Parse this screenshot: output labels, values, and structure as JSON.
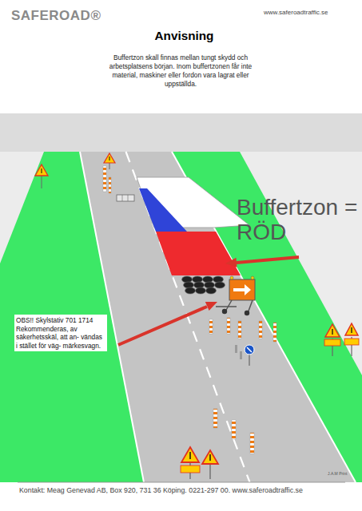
{
  "diagram": {
    "title": "Anvisning",
    "labels": [
      "SAFEROAD®",
      "www.saferoadtraffic.se",
      "Buffertzon skall finnas mellan tungt skydd och arbetsplatsens början. Inom buffertzonen får inte material, maskiner eller fordon vara lagrat eller uppställda.",
      "Buffertzon = RÖD",
      "OBS!! Skylstativ 701 1714 Rekommenderas, av säkerhetsskäl, att an- vändas i stället för väg- märkesvagn.",
      "J.A.M Print",
      "Kontakt: Meag Genevad AB, Box 920, 731 36 Köping. 0221-297 00. www.saferoadtraffic.se"
    ]
  }
}
